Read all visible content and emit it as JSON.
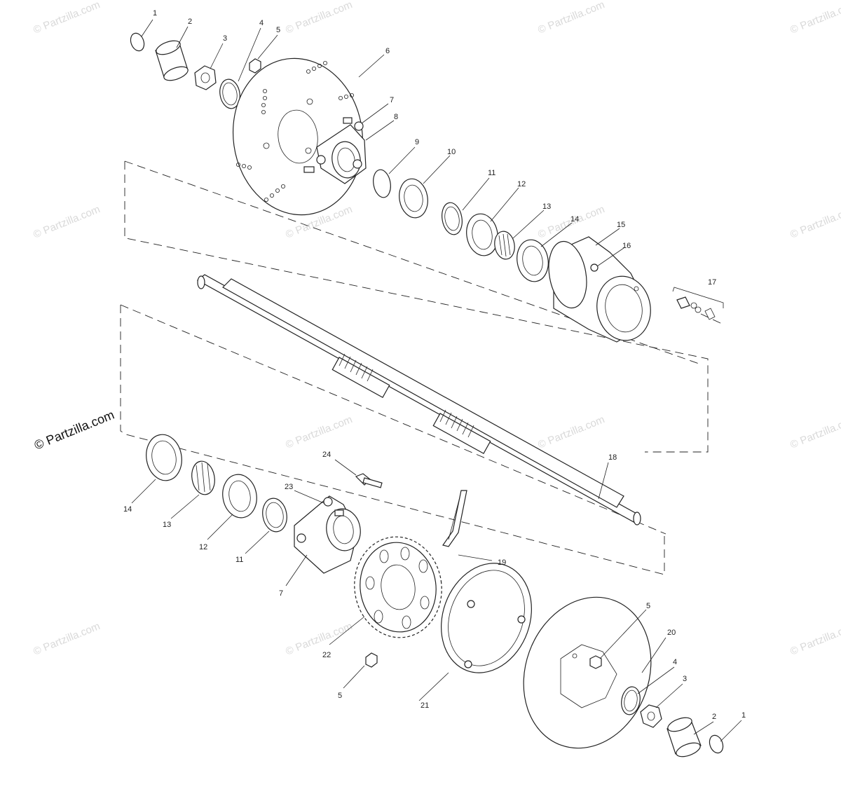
{
  "watermark": {
    "main": "© Partzilla.com",
    "faint": "© Partzilla.com"
  },
  "callouts": {
    "top": [
      "1",
      "2",
      "3",
      "4",
      "5",
      "6",
      "7",
      "8",
      "9",
      "10",
      "11",
      "12",
      "13",
      "14",
      "15",
      "16",
      "17"
    ],
    "shaft": "18",
    "bottom": [
      "14",
      "13",
      "12",
      "11",
      "7",
      "23",
      "24",
      "22",
      "5",
      "19",
      "21",
      "20",
      "5",
      "4",
      "3",
      "2",
      "1"
    ]
  }
}
